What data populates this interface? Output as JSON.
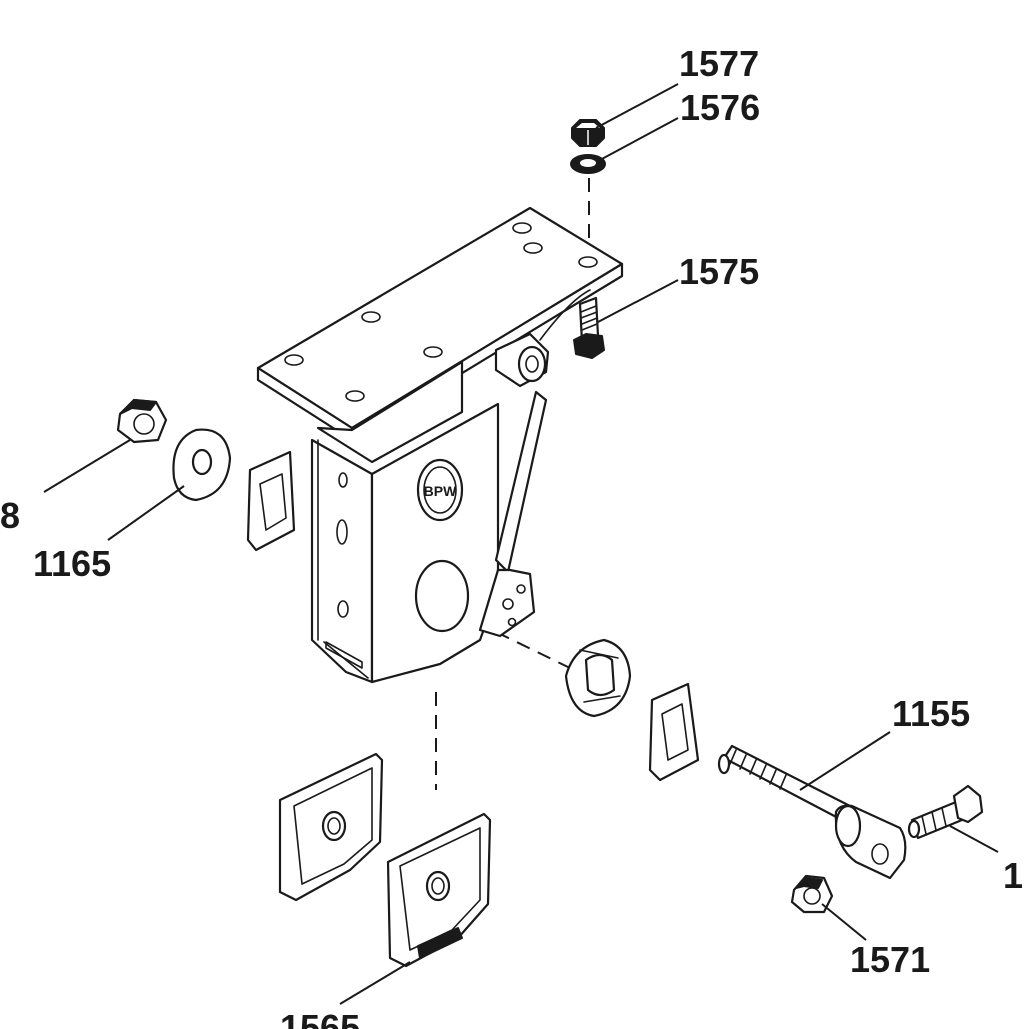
{
  "diagram": {
    "callouts": {
      "c1577": "1577",
      "c1576": "1576",
      "c1575": "1575",
      "c1165": "1165",
      "c1155": "1155",
      "c1571": "1571",
      "left_partial": "8",
      "right_partial": "1",
      "bottom_partial": "1565"
    },
    "logo": {
      "text": "BPW"
    }
  }
}
